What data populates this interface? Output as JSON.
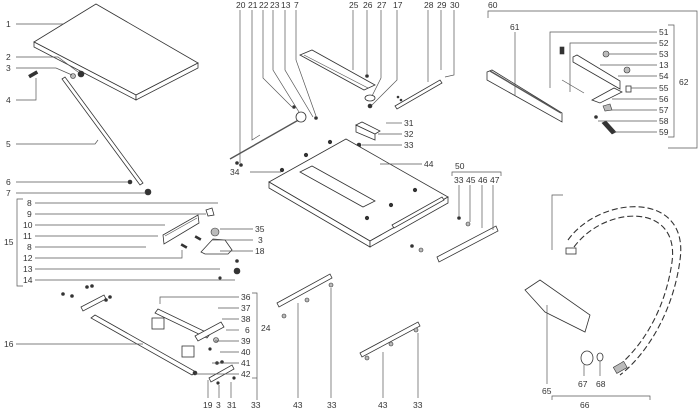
{
  "diagram": {
    "type": "exploded parts diagram",
    "callouts": {
      "c1": "1",
      "c2": "2",
      "c3": "3",
      "c4": "4",
      "c5": "5",
      "c6": "6",
      "c7": "7",
      "c8": "8",
      "c9": "9",
      "c10": "10",
      "c11": "11",
      "c8b": "8",
      "c12": "12",
      "c13": "13",
      "c14": "14",
      "c15": "15",
      "c35": "35",
      "c3b": "3",
      "c18": "18",
      "c20": "20",
      "c21": "21",
      "c22": "22",
      "c23": "23",
      "c13b": "13",
      "c7b": "7",
      "c25": "25",
      "c26": "26",
      "c27": "27",
      "c17": "17",
      "c28": "28",
      "c29": "29",
      "c30": "30",
      "c60": "60",
      "c31": "31",
      "c32": "32",
      "c33": "33",
      "c44": "44",
      "c34": "34",
      "c50": "50",
      "c33b": "33",
      "c45": "45",
      "c46": "46",
      "c47": "47",
      "c61": "61",
      "c51": "51",
      "c52": "52",
      "c53": "53",
      "c13c": "13",
      "c54": "54",
      "c55": "55",
      "c56": "56",
      "c57": "57",
      "c58": "58",
      "c59": "59",
      "c62": "62",
      "c16": "16",
      "c36": "36",
      "c37": "37",
      "c38": "38",
      "c6b": "6",
      "c39": "39",
      "c40": "40",
      "c41": "41",
      "c42": "42",
      "c24": "24",
      "c19": "19",
      "c3c": "3",
      "c31b": "31",
      "c33c": "33",
      "c43": "43",
      "c33d": "33",
      "c43b": "43",
      "c33e": "33",
      "c65": "65",
      "c67": "67",
      "c68": "68",
      "c66": "66"
    }
  }
}
